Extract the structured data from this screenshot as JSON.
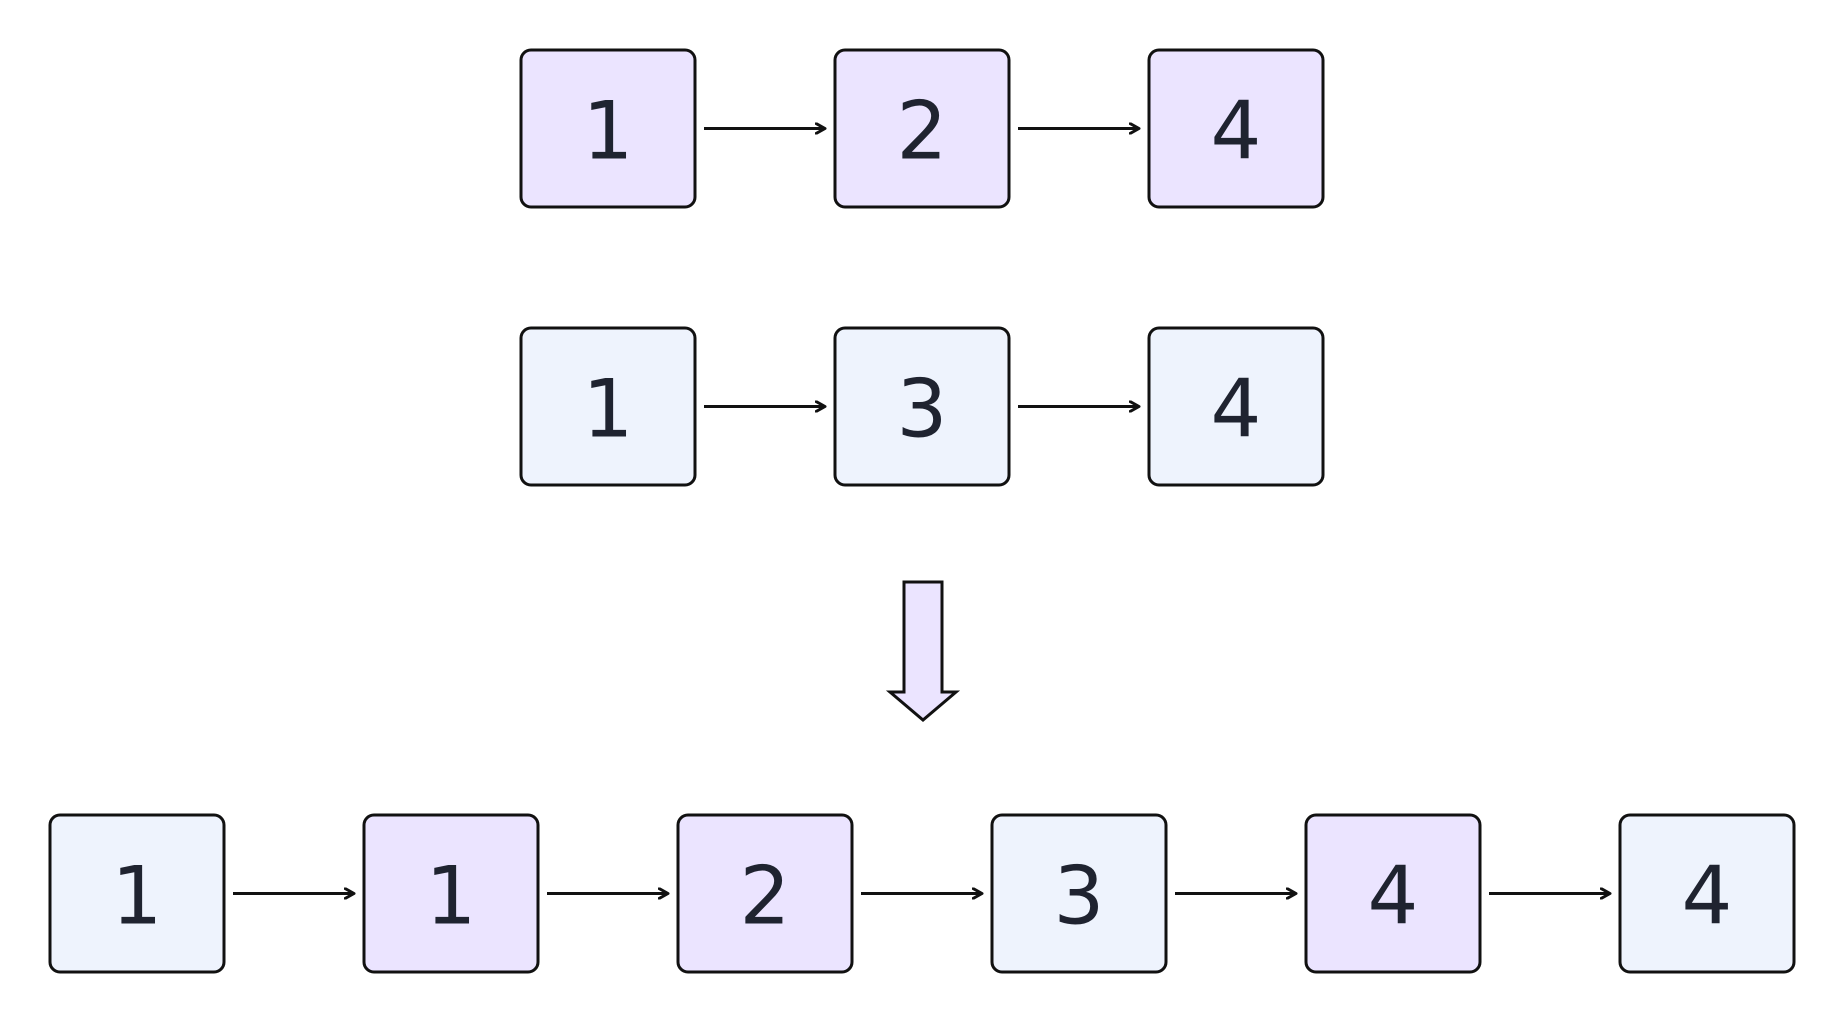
{
  "colors": {
    "list_a_fill": "#ebe4ff",
    "list_b_fill": "#eef3fd",
    "stroke": "#111111",
    "text": "#1f2330",
    "down_arrow_fill": "#ebe4ff"
  },
  "list_a": {
    "nodes": [
      {
        "value": "1",
        "group": "a"
      },
      {
        "value": "2",
        "group": "a"
      },
      {
        "value": "4",
        "group": "a"
      }
    ]
  },
  "list_b": {
    "nodes": [
      {
        "value": "1",
        "group": "b"
      },
      {
        "value": "3",
        "group": "b"
      },
      {
        "value": "4",
        "group": "b"
      }
    ]
  },
  "merged": {
    "nodes": [
      {
        "value": "1",
        "group": "b"
      },
      {
        "value": "1",
        "group": "a"
      },
      {
        "value": "2",
        "group": "a"
      },
      {
        "value": "3",
        "group": "b"
      },
      {
        "value": "4",
        "group": "a"
      },
      {
        "value": "4",
        "group": "b"
      }
    ]
  }
}
